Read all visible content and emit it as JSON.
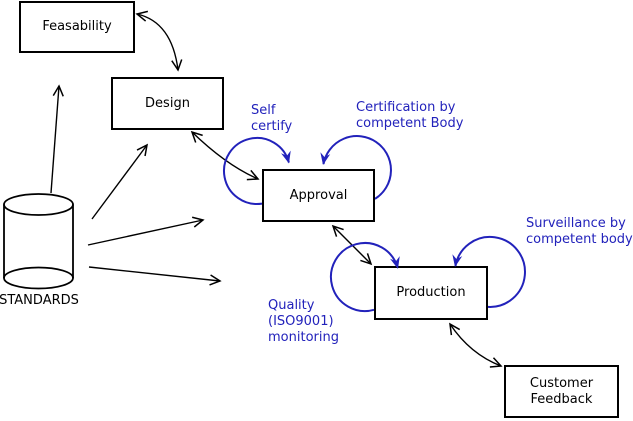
{
  "boxes": {
    "feasability": "Feasability",
    "design": "Design",
    "approval": "Approval",
    "production": "Production",
    "customer_feedback": {
      "line1": "Customer",
      "line2": "Feedback"
    }
  },
  "datastore": {
    "label": "STANDARDS"
  },
  "annotations": {
    "self_certify": {
      "line1": "Self",
      "line2": "certify"
    },
    "certification": {
      "line1": "Certification by",
      "line2": "competent Body"
    },
    "surveillance": {
      "line1": "Surveillance by",
      "line2": "competent body"
    },
    "quality": {
      "line1": "Quality",
      "line2": "(ISO9001)",
      "line3": "monitoring"
    }
  },
  "colors": {
    "annotation_blue": "#2222bb",
    "line_black": "#000000",
    "background": "#ffffff"
  }
}
